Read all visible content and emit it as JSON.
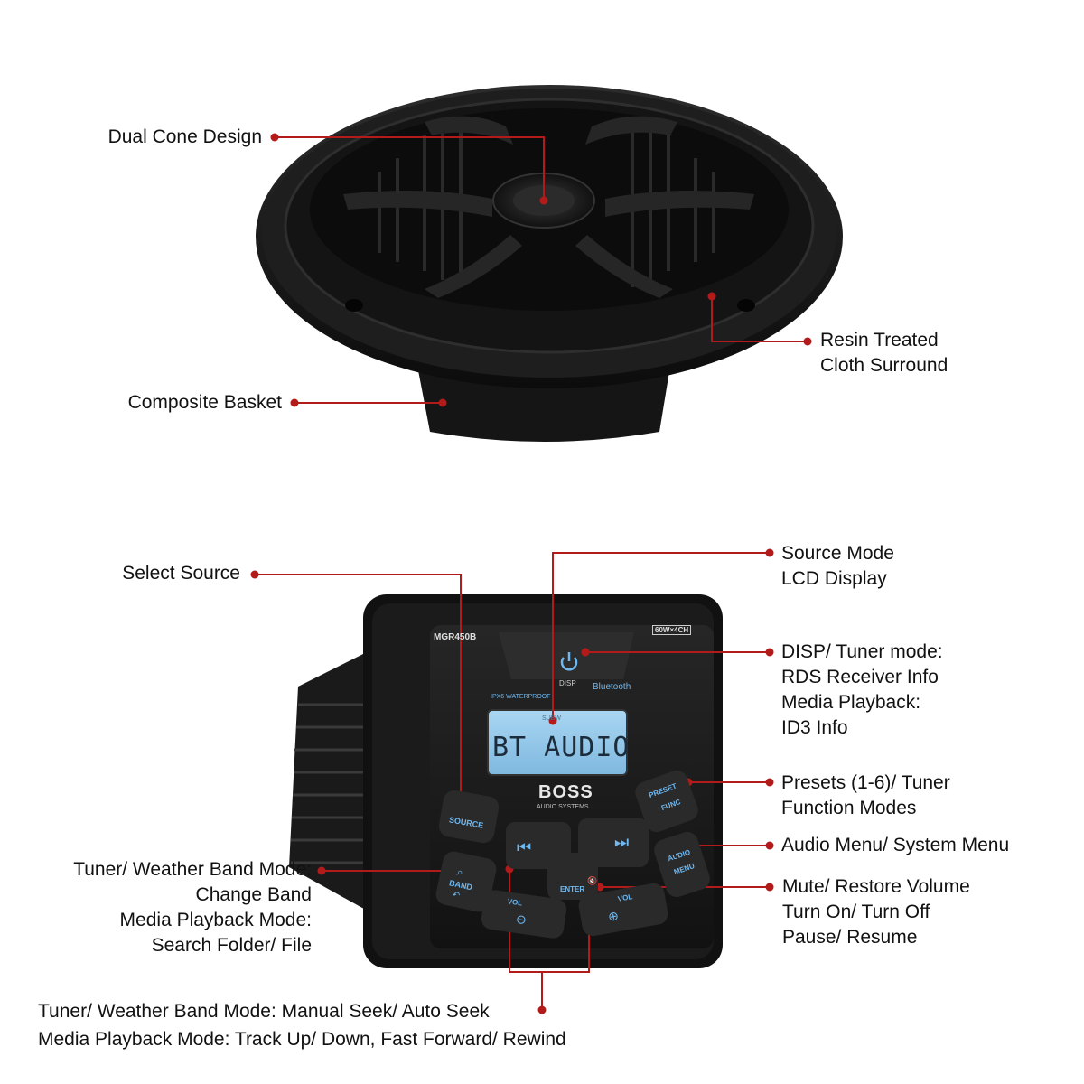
{
  "colors": {
    "leader": "#b31b1b",
    "device": "#161616",
    "lcd": "#8fc4e8",
    "button_text": "#6fb8f0"
  },
  "speaker": {
    "callouts": {
      "dual_cone": [
        "Dual Cone Design"
      ],
      "resin_surround": [
        "Resin Treated",
        "Cloth Surround"
      ],
      "composite_basket": [
        "Composite Basket"
      ]
    }
  },
  "head_unit": {
    "model": "MGR450B",
    "power_rating": "60W×4CH",
    "waterproof": "IPX6 WATERPROOF",
    "bluetooth": "Bluetooth",
    "brand": "BOSS",
    "brand_sub": "AUDIO SYSTEMS",
    "lcd_small": "SUBW",
    "lcd_text": "BT AUDIO",
    "disp_label": "DISP",
    "buttons": {
      "source": "SOURCE",
      "preset": "PRESET",
      "func": "FUNC",
      "band": "BAND",
      "enter": "ENTER",
      "audio": "AUDIO",
      "menu": "MENU",
      "vol": "VOL"
    },
    "icons": [
      "power-icon",
      "previous-icon",
      "next-icon",
      "play-pause-icon",
      "mute-icon",
      "search-icon",
      "back-icon",
      "minus-icon",
      "plus-icon"
    ],
    "callouts": {
      "select_source": [
        "Select Source"
      ],
      "source_mode": [
        "Source Mode",
        "LCD Display"
      ],
      "disp": [
        "DISP/ Tuner mode:",
        "RDS Receiver Info",
        "Media Playback:",
        "ID3 Info"
      ],
      "presets": [
        "Presets (1-6)/ Tuner",
        "Function Modes"
      ],
      "audio_menu": [
        "Audio Menu/ System Menu"
      ],
      "band": [
        "Tuner/ Weather Band Mode:",
        "Change Band",
        "Media Playback Mode:",
        "Search Folder/ File"
      ],
      "mute": [
        "Mute/ Restore Volume",
        "Turn On/ Turn Off",
        "Pause/ Resume"
      ],
      "seek": [
        "Tuner/ Weather Band Mode: Manual Seek/ Auto Seek",
        "Media Playback Mode: Track Up/ Down, Fast Forward/ Rewind"
      ]
    }
  }
}
